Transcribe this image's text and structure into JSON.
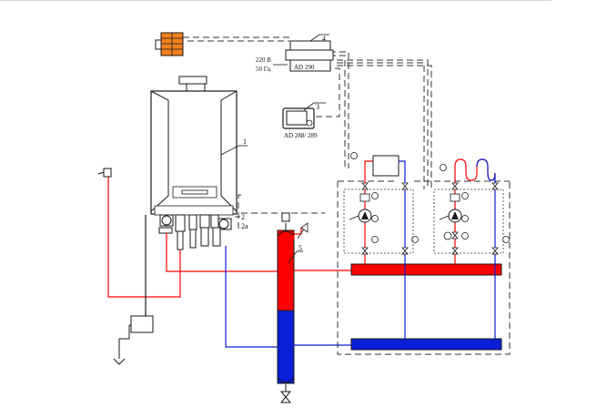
{
  "labels": {
    "boiler": "1",
    "module_a": "2",
    "module_b": "2a",
    "controller_room": "3",
    "controller_main": "4",
    "hydraulic_separator": "5",
    "voltage": "220 В",
    "frequency": "50 Гц",
    "controller_main_model": "AD 290",
    "controller_room_model": "AD 288/ 289"
  },
  "colors": {
    "supply": "#ff0000",
    "return": "#0a1fd6",
    "outline": "#1a1a1a",
    "sensor": "#f08020"
  },
  "icons": [
    "outdoor-sensor-icon",
    "pump-icon",
    "valve-icon",
    "thermometer-icon",
    "drain-funnel-icon",
    "room-controller-icon",
    "underfloor-coil-icon"
  ]
}
